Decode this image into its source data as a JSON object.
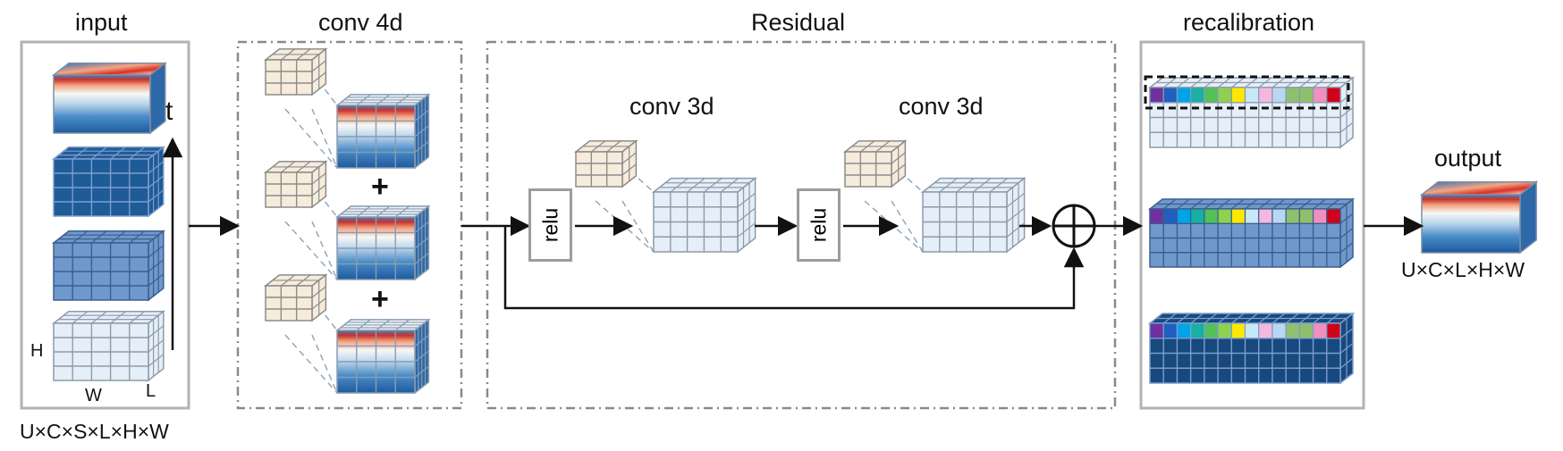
{
  "labels": {
    "input": "input",
    "conv4d": "conv 4d",
    "residual": "Residual",
    "recalibration": "recalibration",
    "output": "output",
    "conv3d_1": "conv 3d",
    "conv3d_2": "conv 3d",
    "relu_1": "relu",
    "relu_2": "relu",
    "input_dims": "U×C×S×L×H×W",
    "output_dims": "U×C×L×H×W",
    "axis_t": "t",
    "axis_h": "H",
    "axis_w": "W",
    "axis_l": "L",
    "plus_1": "+",
    "plus_2": "+"
  },
  "colors": {
    "frame_gray": "#b3b3b3",
    "dash_gray": "#8a8a8a",
    "kernel_fill": "#f7ebdc",
    "light_grid": "#e6eef8",
    "mid_grid": "#6f98cc",
    "dark_grid": "#1f5a99",
    "darkest_grid": "#17497f",
    "channel_strip": [
      "#7030a0",
      "#1f5fbf",
      "#00a3e8",
      "#17b0a4",
      "#53c05a",
      "#8fd14f",
      "#ffe800",
      "#c7e8f6",
      "#f5b8dc",
      "#b9d7f2",
      "#8fc06e",
      "#8fbf6c",
      "#f08fc0",
      "#d0021b"
    ]
  },
  "icons": [
    "add-icon",
    "arrow-icon"
  ]
}
